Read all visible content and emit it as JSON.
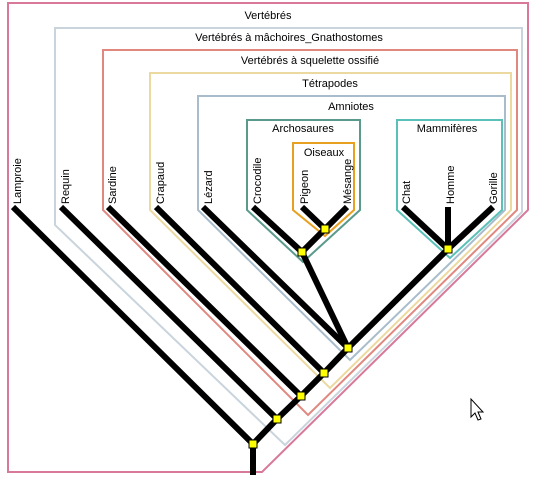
{
  "clades": [
    {
      "id": "vertebres",
      "label": "Vertébrés",
      "color": "#d9799a"
    },
    {
      "id": "gnathostomes",
      "label": "Vertébrés à mâchoires_Gnathostomes",
      "color": "#c9d4dd"
    },
    {
      "id": "squelette",
      "label": "Vertébrés à squelette ossifié",
      "color": "#e08880"
    },
    {
      "id": "tetrapodes",
      "label": "Tétrapodes",
      "color": "#ecd9a0"
    },
    {
      "id": "amniotes",
      "label": "Amniotes",
      "color": "#a8bccc"
    },
    {
      "id": "archosaures",
      "label": "Archosaures",
      "color": "#5a9a8c"
    },
    {
      "id": "oiseaux",
      "label": "Oiseaux",
      "color": "#e8a020"
    },
    {
      "id": "mammiferes",
      "label": "Mammifères",
      "color": "#5ac0b8"
    }
  ],
  "taxa": [
    "Lamproie",
    "Requin",
    "Sardine",
    "Crapaud",
    "Lézard",
    "Crocodile",
    "Pigeon",
    "Mésange",
    "Chat",
    "Homme",
    "Gorille"
  ]
}
